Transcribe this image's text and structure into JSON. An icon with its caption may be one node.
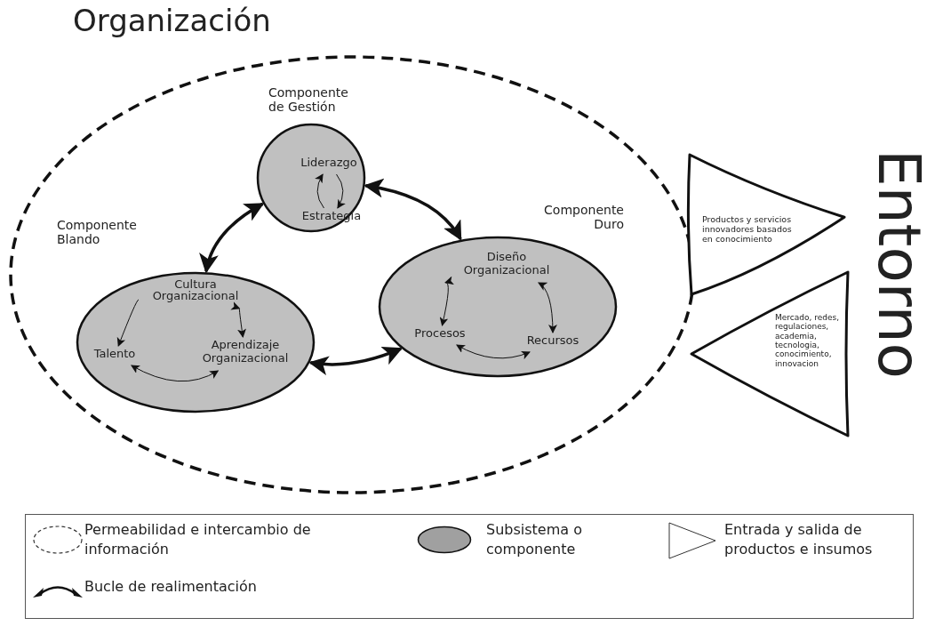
{
  "diagram": {
    "nodes": [
      {
        "text": [
          "Organización"
        ]
      },
      {
        "text": [
          "Componente de Gestión"
        ],
        "in": 0
      },
      {
        "text": [
          "Liderazgo"
        ],
        "in": 1
      },
      {
        "text": [
          "Estrategia"
        ],
        "in": 1
      },
      {
        "text": [
          "Componente Duro"
        ],
        "in": 0
      },
      {
        "text": [
          "Diseño Organizacional"
        ],
        "in": 4
      },
      {
        "text": [
          "Procesos"
        ],
        "in": 4
      },
      {
        "text": [
          "Recursos"
        ],
        "in": 4
      },
      {
        "text": [
          "Componente Blando"
        ],
        "in": 0
      },
      {
        "text": [
          "Cultura Organizacional"
        ],
        "in": 8
      },
      {
        "text": [
          "Talento"
        ],
        "in": 8
      },
      {
        "text": [
          "Aprendizaje Organizacional"
        ],
        "in": 8
      },
      {
        "text": [
          "Productos y servicios innovadores basados en conocimiento"
        ]
      },
      {
        "text": [
          "Mercado, redes, regulaciones, academia, tecnologia, conocimiento, innovacion"
        ]
      }
    ],
    "edges": [
      {
        "from": 1,
        "to": 8,
        "arrow": "both",
        "style": "thick"
      },
      {
        "from": 1,
        "to": 4,
        "arrow": "both",
        "style": "thick"
      },
      {
        "from": 8,
        "to": 4,
        "arrow": "both",
        "style": "thick"
      },
      {
        "from": 3,
        "to": 2,
        "arrow": "to"
      },
      {
        "from": 2,
        "to": 3,
        "arrow": "to"
      },
      {
        "from": 5,
        "to": 6,
        "arrow": "both"
      },
      {
        "from": 5,
        "to": 7,
        "arrow": "both"
      },
      {
        "from": 6,
        "to": 7,
        "arrow": "both"
      },
      {
        "from": 9,
        "to": 10,
        "arrow": "to"
      },
      {
        "from": 9,
        "to": 11,
        "arrow": "both"
      },
      {
        "from": 10,
        "to": 11,
        "arrow": "both"
      }
    ],
    "labels": [
      "Entorno"
    ],
    "legend": [
      {
        "text": "Permeabilidad e intercambio de información"
      },
      {
        "text": "Subsistema o componente"
      },
      {
        "text": "Entrada y salida de productos e insumos"
      },
      {
        "text": "Bucle de realimentación"
      }
    ]
  }
}
